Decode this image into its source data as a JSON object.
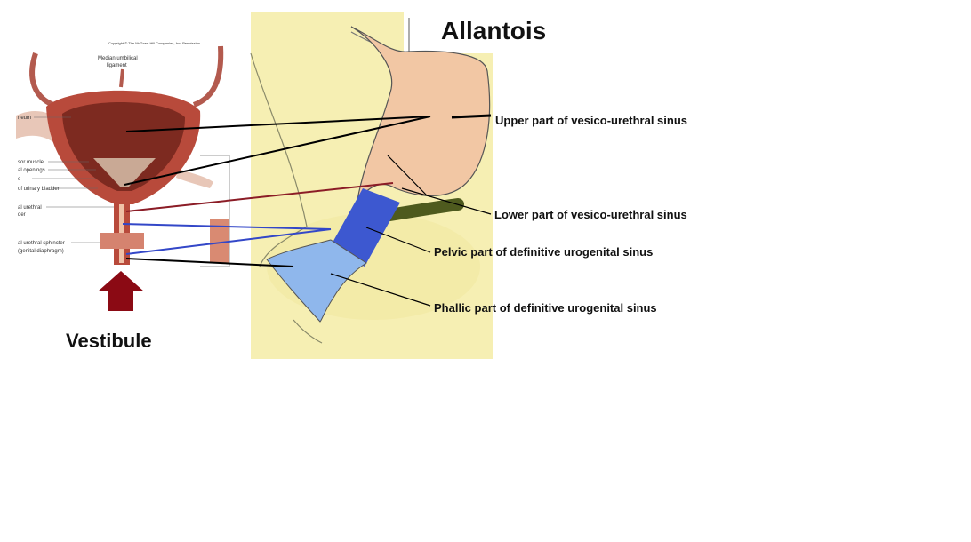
{
  "title": "Allantois",
  "vestibule_label": "Vestibule",
  "labels": {
    "upper": {
      "part": "Upper part",
      "rest": "of vesico-urethral sinus"
    },
    "lower": {
      "part": "Lower part",
      "rest": "of vesico-urethral sinus"
    },
    "pelvic": {
      "part": "Pelvic part",
      "rest": "of definitive urogenital sinus"
    },
    "phallic": {
      "part": "Phallic part",
      "rest": "of definitive urogenital sinus"
    }
  },
  "bladder_figure": {
    "copyright": "Copyright © The McGraw-Hill Companies, Inc. Permission",
    "median_ligament_1": "Median umbilical",
    "median_ligament_2": "ligament",
    "side_labels": [
      "neum",
      "sor muscle",
      "al openings",
      "e",
      "of urinary bladder",
      "al urethral",
      "der",
      "al urethral sphincter",
      "(genital diaphragm)"
    ]
  },
  "colors": {
    "allantois_panel_bg": "#f6efb3",
    "bladder_sac": "#f2c7a4",
    "pelvic_blue": "#3d58d0",
    "phallic_blue": "#8fb7ec",
    "vestibule_arrow": "#8b0a14",
    "line_black": "#000000",
    "line_red": "#8b1c26",
    "line_blue": "#3347c8",
    "duct_green": "#4e5a1e"
  }
}
